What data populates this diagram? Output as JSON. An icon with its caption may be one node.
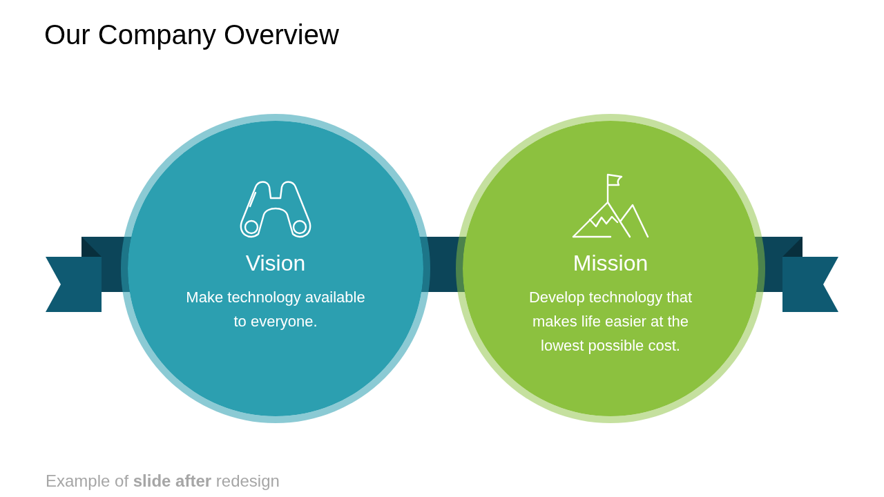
{
  "diagram": {
    "title": "Our Company Overview",
    "caption": "Example of **slide after** redesign",
    "nodes": [
      {
        "text": [
          "Vision",
          "Make technology available to everyone."
        ]
      },
      {
        "text": [
          "Mission",
          "Develop technology that makes life easier at the lowest possible cost."
        ]
      }
    ]
  }
}
